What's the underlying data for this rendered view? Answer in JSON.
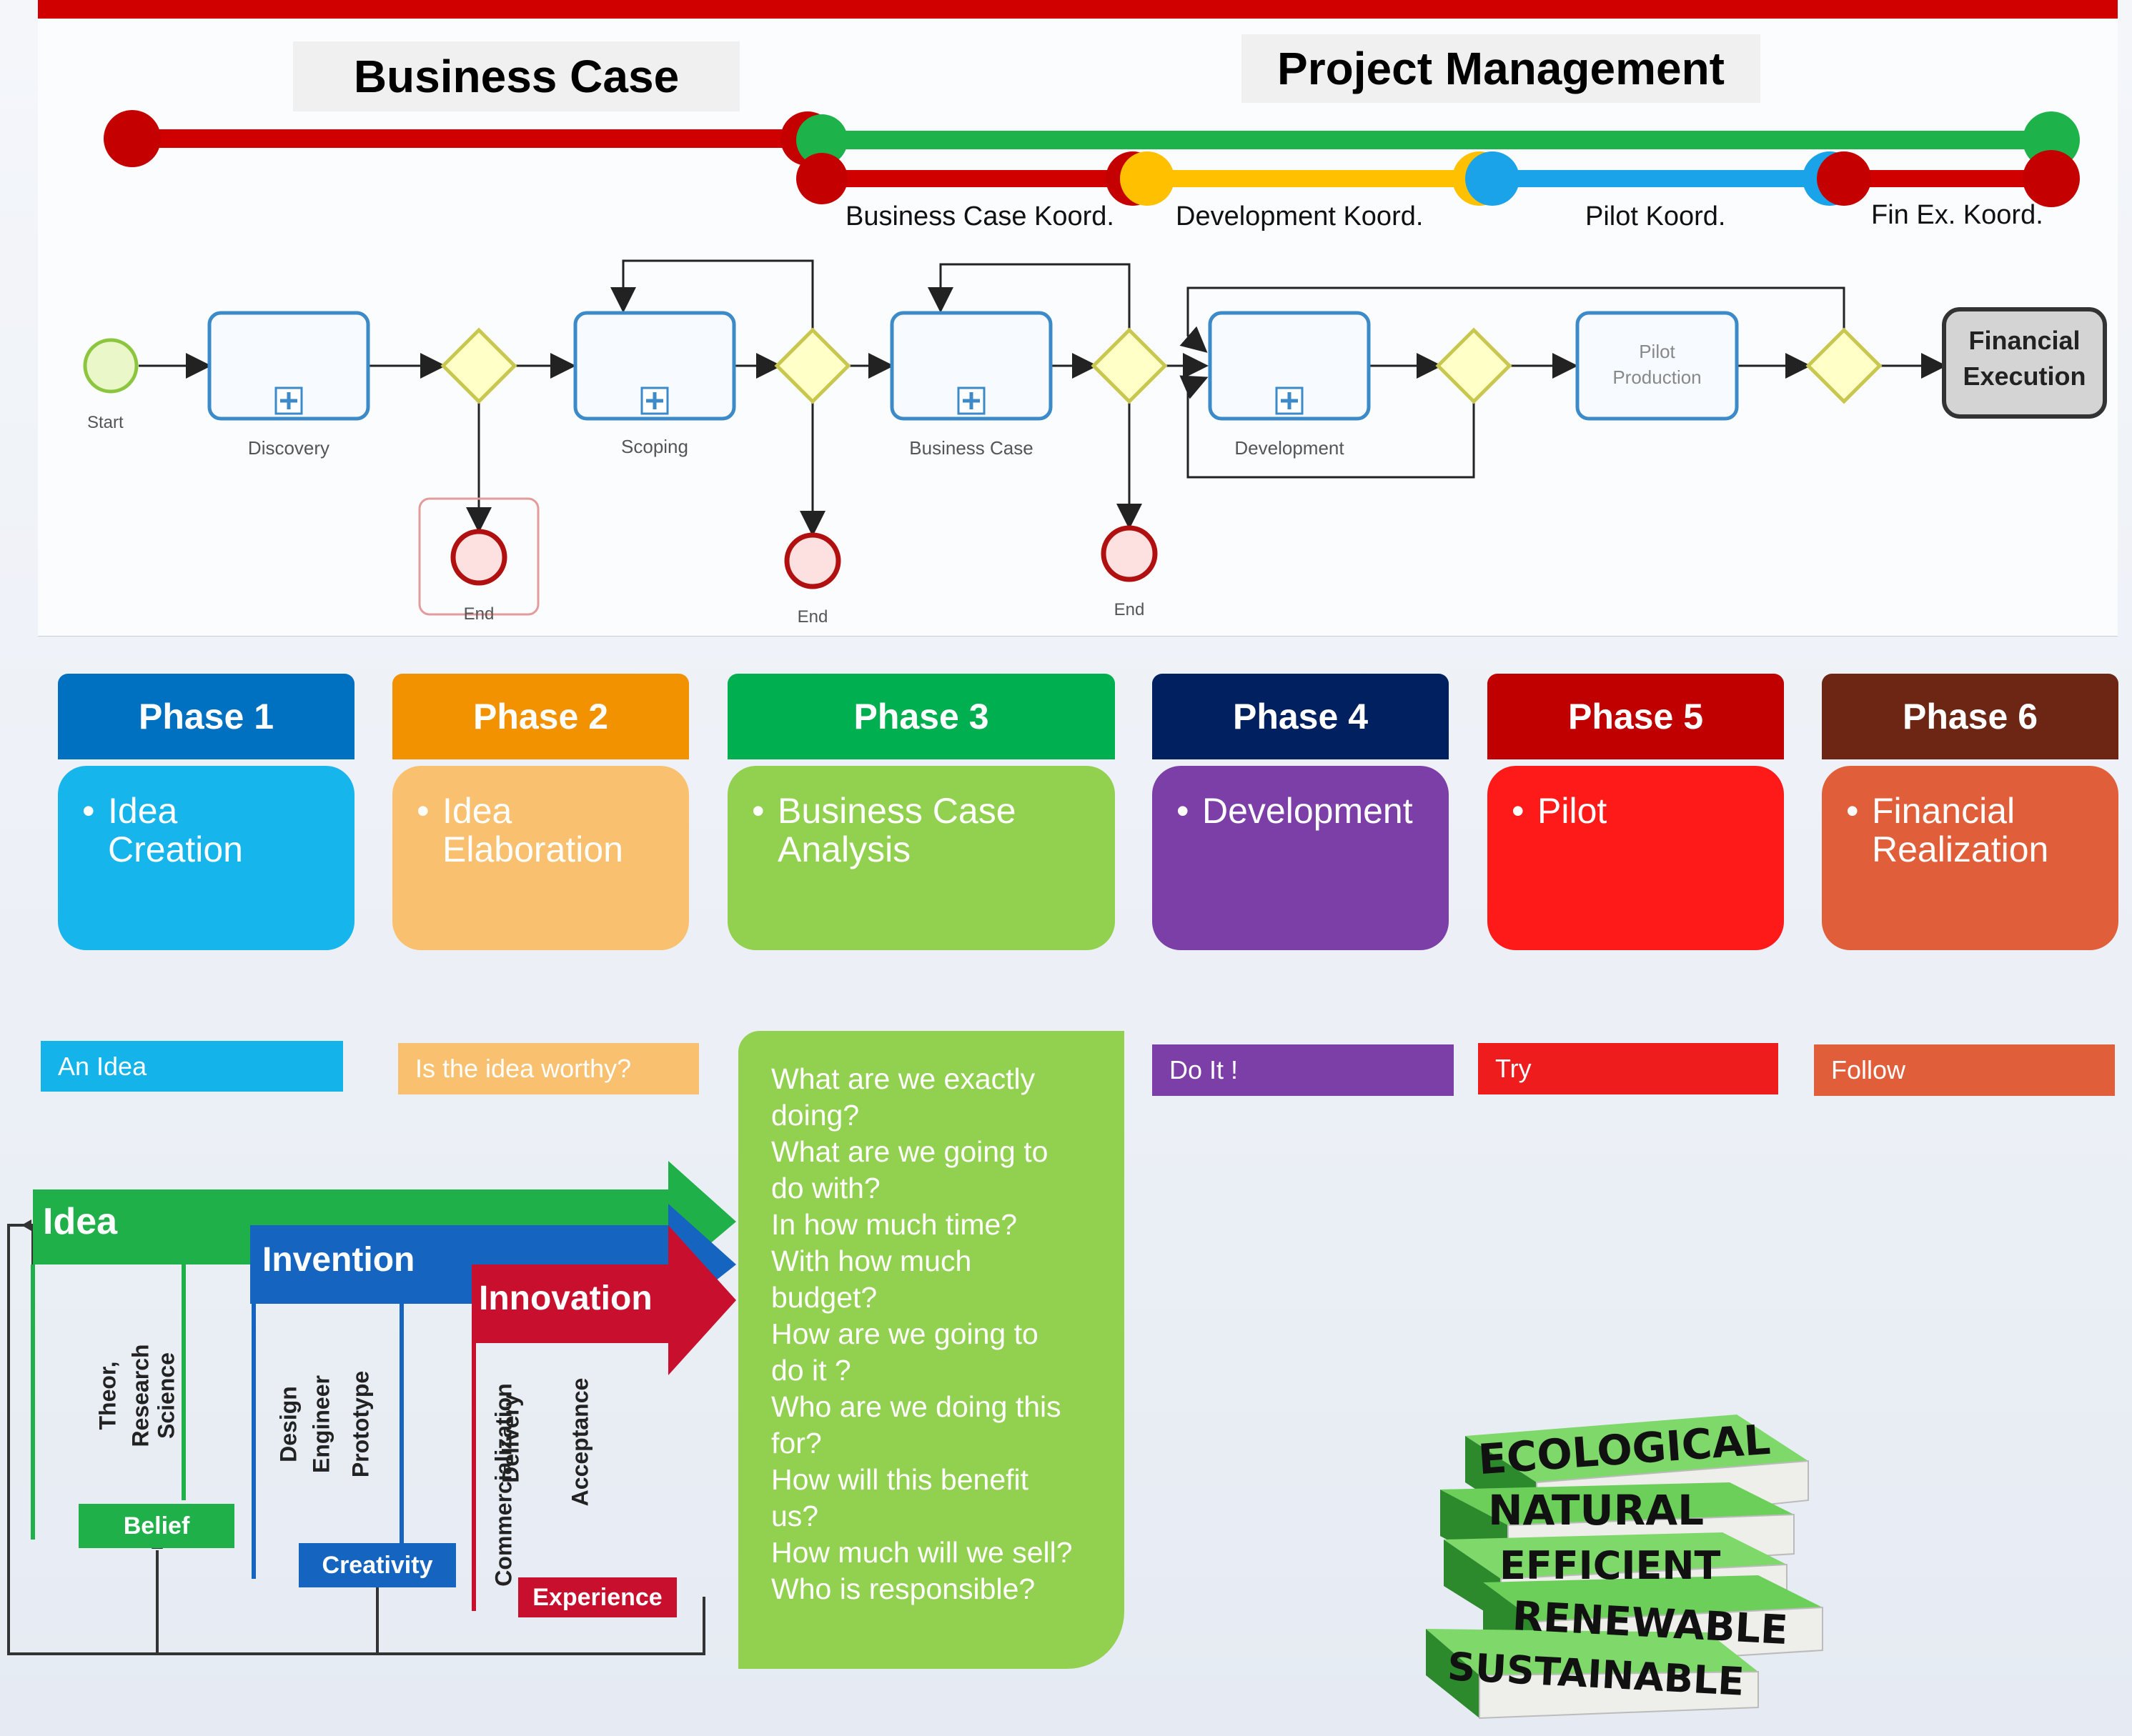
{
  "top": {
    "business_case_title": "Business Case",
    "project_management_title": "Project Management",
    "coordination_labels": [
      "Business Case Koord.",
      "Development Koord.",
      "Pilot Koord.",
      "Fin Ex. Koord."
    ],
    "process": {
      "start": "Start",
      "tasks": [
        "Discovery",
        "Scoping",
        "Business Case",
        "Development"
      ],
      "pilot_production": "Pilot\nProduction",
      "financial_execution": "Financial\nExecution",
      "end_labels": [
        "End",
        "End",
        "End"
      ]
    }
  },
  "phases": [
    {
      "title": "Phase 1",
      "text": "Idea\nCreation",
      "head_color": "#0070c0",
      "body_color": "#16b5ec"
    },
    {
      "title": "Phase 2",
      "text": "Idea\nElaboration",
      "head_color": "#f39200",
      "body_color": "#f9c16f"
    },
    {
      "title": "Phase 3",
      "text": "Business Case\nAnalysis",
      "head_color": "#00b050",
      "body_color": "#92d050"
    },
    {
      "title": "Phase 4",
      "text": "Development",
      "head_color": "#002060",
      "body_color": "#7b3fa7"
    },
    {
      "title": "Phase 5",
      "text": "Pilot",
      "head_color": "#c00000",
      "body_color": "#ff1a1a"
    },
    {
      "title": "Phase 6",
      "text": "Financial\nRealization",
      "head_color": "#6e2614",
      "body_color": "#e05f3a"
    }
  ],
  "bullet": "•",
  "taglines": [
    "An Idea",
    "Is the idea worthy?",
    "Do It !",
    "Try",
    "Follow"
  ],
  "questions": "What are we exactly\ndoing?\nWhat are we going to\ndo with?\nIn how much time?\nWith how much\nbudget?\nHow are we going to\ndo it ?\nWho are we doing this\nfor?\nHow will this benefit\nus?\nHow much will we sell?\nWho is responsible?",
  "innovation": {
    "idea": "Idea",
    "invention": "Invention",
    "innovation": "Innovation",
    "idea_items": [
      "Theor,",
      "Research",
      "Science"
    ],
    "invention_items": [
      "Design",
      "Engineer",
      "Prototype"
    ],
    "innovation_items": [
      "Commercialization",
      "Delivery",
      "Acceptance"
    ],
    "belief": "Belief",
    "creativity": "Creativity",
    "experience": "Experience"
  },
  "books": [
    "ECOLOGICAL",
    "NATURAL",
    "EFFICIENT",
    "RENEWABLE",
    "SUSTAINABLE"
  ],
  "colors": {
    "red": "#d00000",
    "green": "#1db34a",
    "yellow": "#ffc000",
    "blue": "#1aa3e8",
    "gateway": "#ffffc8"
  }
}
